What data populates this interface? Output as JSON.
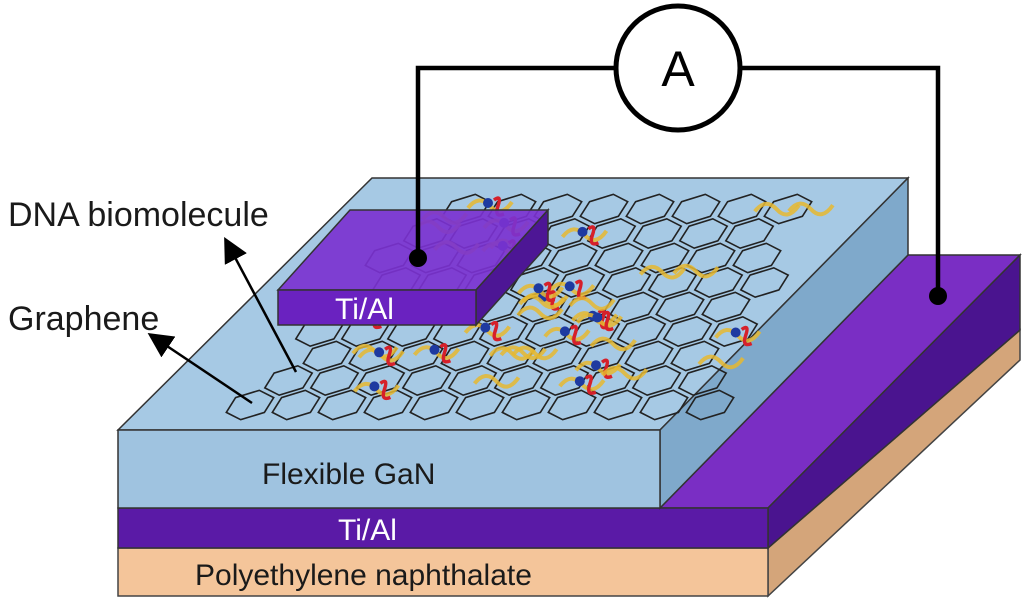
{
  "meter": {
    "symbol": "A"
  },
  "labels": {
    "dna": "DNA biomolecule",
    "graphene": "Graphene",
    "top_contact": "Ti/Al",
    "gan": "Flexible GaN",
    "bottom_contact": "Ti/Al",
    "substrate": "Polyethylene naphthalate"
  },
  "colors": {
    "gan": "#9fc3e0",
    "contact": "#7a2ec4",
    "substrate": "#f4c59a",
    "graphene_line": "#222222",
    "dna_strand": "#e6b830",
    "dna_base": "#d6202a",
    "dna_node": "#1e3aa0",
    "wire": "#000000"
  }
}
